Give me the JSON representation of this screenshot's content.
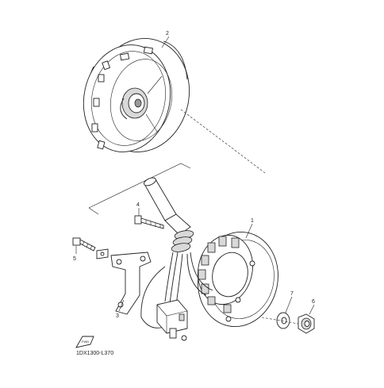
{
  "diagram": {
    "callouts": [
      {
        "id": "2",
        "text": "2"
      },
      {
        "id": "4",
        "text": "4"
      },
      {
        "id": "1",
        "text": "1"
      },
      {
        "id": "5",
        "text": "5"
      },
      {
        "id": "3",
        "text": "3"
      },
      {
        "id": "7",
        "text": "7"
      },
      {
        "id": "6",
        "text": "6"
      }
    ],
    "fwd_label": "FWD",
    "drawing_code": "1DX1300-L370"
  },
  "colors": {
    "line": "#222222",
    "background": "#ffffff",
    "shade": "#d9d9d9"
  },
  "icons": [
    "fwd-arrow-icon"
  ]
}
